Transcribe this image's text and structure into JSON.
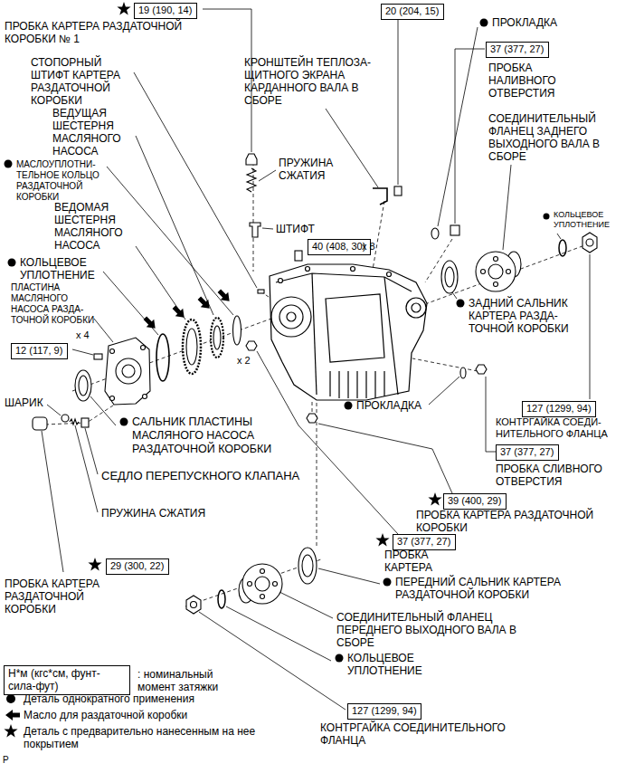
{
  "diagram": {
    "nodes": [
      {
        "text": [
          "19 (190, 14)"
        ]
      },
      {
        "text": [
          "20 (204, 15)"
        ]
      },
      {
        "text": [
          "37 (377, 27)"
        ]
      },
      {
        "text": [
          "40 (408, 30)"
        ]
      },
      {
        "text": [
          "12 (117, 9)"
        ]
      },
      {
        "text": [
          "127 (1299, 94)"
        ]
      },
      {
        "text": [
          "37 (377, 27)"
        ]
      },
      {
        "text": [
          "39 (400, 29)"
        ]
      },
      {
        "text": [
          "37 (377, 27)"
        ]
      },
      {
        "text": [
          "29 (300, 22)"
        ]
      },
      {
        "text": [
          "127 (1299, 94)"
        ]
      },
      {
        "text": [
          "Н*м (кгс*см, фунт-сила-фут)"
        ]
      }
    ],
    "labels": [
      "ПРОБКА КАРТЕРА РАЗДАТОЧНОЙ КОРОБКИ № 1",
      "СТОПОРНЫЙ ШТИФТ КАРТЕРА РАЗДАТОЧНОЙ КОРОБКИ",
      "ВЕДУЩАЯ ШЕСТЕРНЯ МАСЛЯНОГО НАСОСА",
      "МАСЛОУПЛОТНИ- ТЕЛЬНОЕ КОЛЬЦО РАЗДАТОЧНОЙ КОРОБКИ",
      "ВЕДОМАЯ ШЕСТЕРНЯ МАСЛЯНОГО НАСОСА",
      "КОЛЬЦЕВОЕ УПЛОТНЕНИЕ",
      "ПЛАСТИНА МАСЛЯНОГО НАСОСА РАЗДА- ТОЧНОЙ КОРОБКИ",
      "x 4",
      "ШАРИК",
      "САЛЬНИК ПЛАСТИНЫ МАСЛЯНОГО НАСОСА РАЗДАТОЧНОЙ КОРОБКИ",
      "СЕДЛО ПЕРЕПУСКНОГО КЛАПАНА",
      "ПРУЖИНА СЖАТИЯ",
      "ПРОБКА КАРТЕРА РАЗДАТОЧНОЙ КОРОБКИ",
      "КРОНШТЕЙН ТЕПЛОЗА- ЩИТНОГО ЭКРАНА КАРДАННОГО ВАЛА В СБОРЕ",
      "ПРУЖИНА СЖАТИЯ",
      "ШТИФТ",
      "x 8",
      "x 2",
      "ПРОКЛАДКА",
      "ПРОБКА НАЛИВНОГО ОТВЕРСТИЯ",
      "СОЕДИНИТЕЛЬНЫЙ ФЛАНЕЦ ЗАДНЕГО ВЫХОДНОГО ВАЛА В СБОРЕ",
      "КОЛЬЦЕВОЕ УПЛОТНЕНИЕ",
      "ЗАДНИЙ САЛЬНИК КАРТЕРА РАЗДА- ТОЧНОЙ КОРОБКИ",
      "ПРОКЛАДКА",
      "КОНТРГАЙКА СОЕДИ- НИТЕЛЬНОГО ФЛАНЦА",
      "ПРОБКА СЛИВНОГО ОТВЕРСТИЯ",
      "ПРОБКА КАРТЕРА РАЗДАТОЧНОЙ КОРОБКИ",
      "ПРОБКА КАРТЕРА",
      "ПЕРЕДНИЙ САЛЬНИК КАРТЕРА РАЗДАТОЧНОЙ КОРОБКИ",
      "СОЕДИНИТЕЛЬНЫЙ ФЛАНЕЦ ПЕРЕДНЕГО ВЫХОДНОГО ВАЛА В СБОРЕ",
      "КОЛЬЦЕВОЕ УПЛОТНЕНИЕ",
      "КОНТРГАЙКА СОЕДИНИТЕЛЬНОГО ФЛАНЦА",
      ": номинальный момент затяжки",
      "P"
    ],
    "legend": [
      {
        "text": "Деталь однократного применения"
      },
      {
        "text": "Масло для раздаточной коробки"
      },
      {
        "text": "Деталь с предварительно нанесенным на нее покрытием"
      }
    ]
  }
}
